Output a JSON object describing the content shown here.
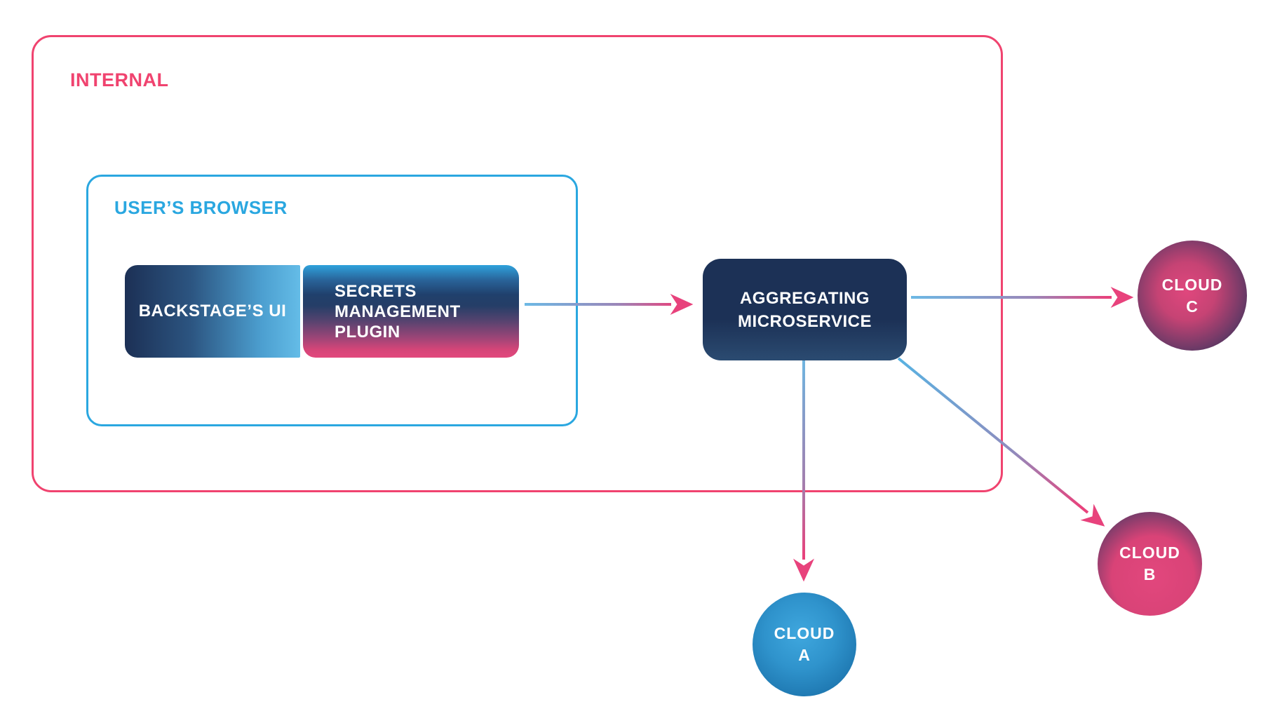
{
  "diagram": {
    "title_hint": "secrets management architecture diagram",
    "background": "#FFFFFF"
  },
  "internal": {
    "label": "INTERNAL",
    "border_color": "#F0436F"
  },
  "browser": {
    "label": "USER’S BROWSER",
    "border_color": "#2AA7E0",
    "backstage": {
      "label": "BACKSTAGE’S UI"
    },
    "plugin": {
      "lines": [
        "SECRETS",
        "MANAGEMENT",
        "PLUGIN"
      ]
    }
  },
  "microservice": {
    "lines": [
      "AGGREGATING",
      "MICROSERVICE"
    ],
    "fill": "#1C3156"
  },
  "clouds": [
    {
      "line1": "CLOUD",
      "line2": "A",
      "style": "blue"
    },
    {
      "line1": "CLOUD",
      "line2": "B",
      "style": "pink-on-navy"
    },
    {
      "line1": "CLOUD",
      "line2": "C",
      "style": "pink-core-navy-rim"
    }
  ],
  "arrows": {
    "start_color": "#6CB9E5",
    "mid_color": "#9B86B8",
    "end_color": "#E8427C",
    "head_color": "#E8427C"
  }
}
